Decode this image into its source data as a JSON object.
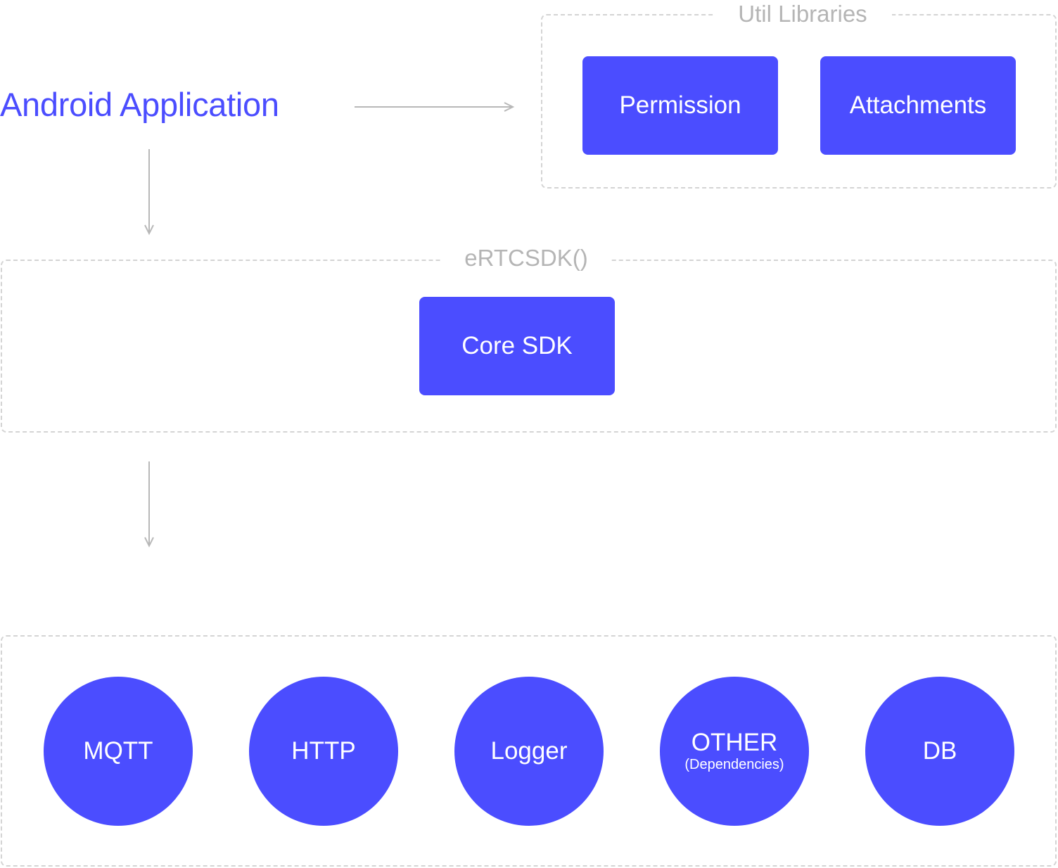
{
  "app": {
    "title": "Android Application"
  },
  "util_group": {
    "label": "Util Libraries",
    "items": [
      "Permission",
      "Attachments"
    ]
  },
  "sdk_group": {
    "label": "eRTCSDK()",
    "core": "Core SDK"
  },
  "deps_group": {
    "items": [
      {
        "label": "MQTT",
        "sublabel": ""
      },
      {
        "label": "HTTP",
        "sublabel": ""
      },
      {
        "label": "Logger",
        "sublabel": ""
      },
      {
        "label": "OTHER",
        "sublabel": "(Dependencies)"
      },
      {
        "label": "DB",
        "sublabel": ""
      }
    ]
  },
  "colors": {
    "accent": "#4b4dff",
    "border": "#d4d4d4",
    "label": "#b5b5b5",
    "arrow": "#b8b8b8"
  }
}
